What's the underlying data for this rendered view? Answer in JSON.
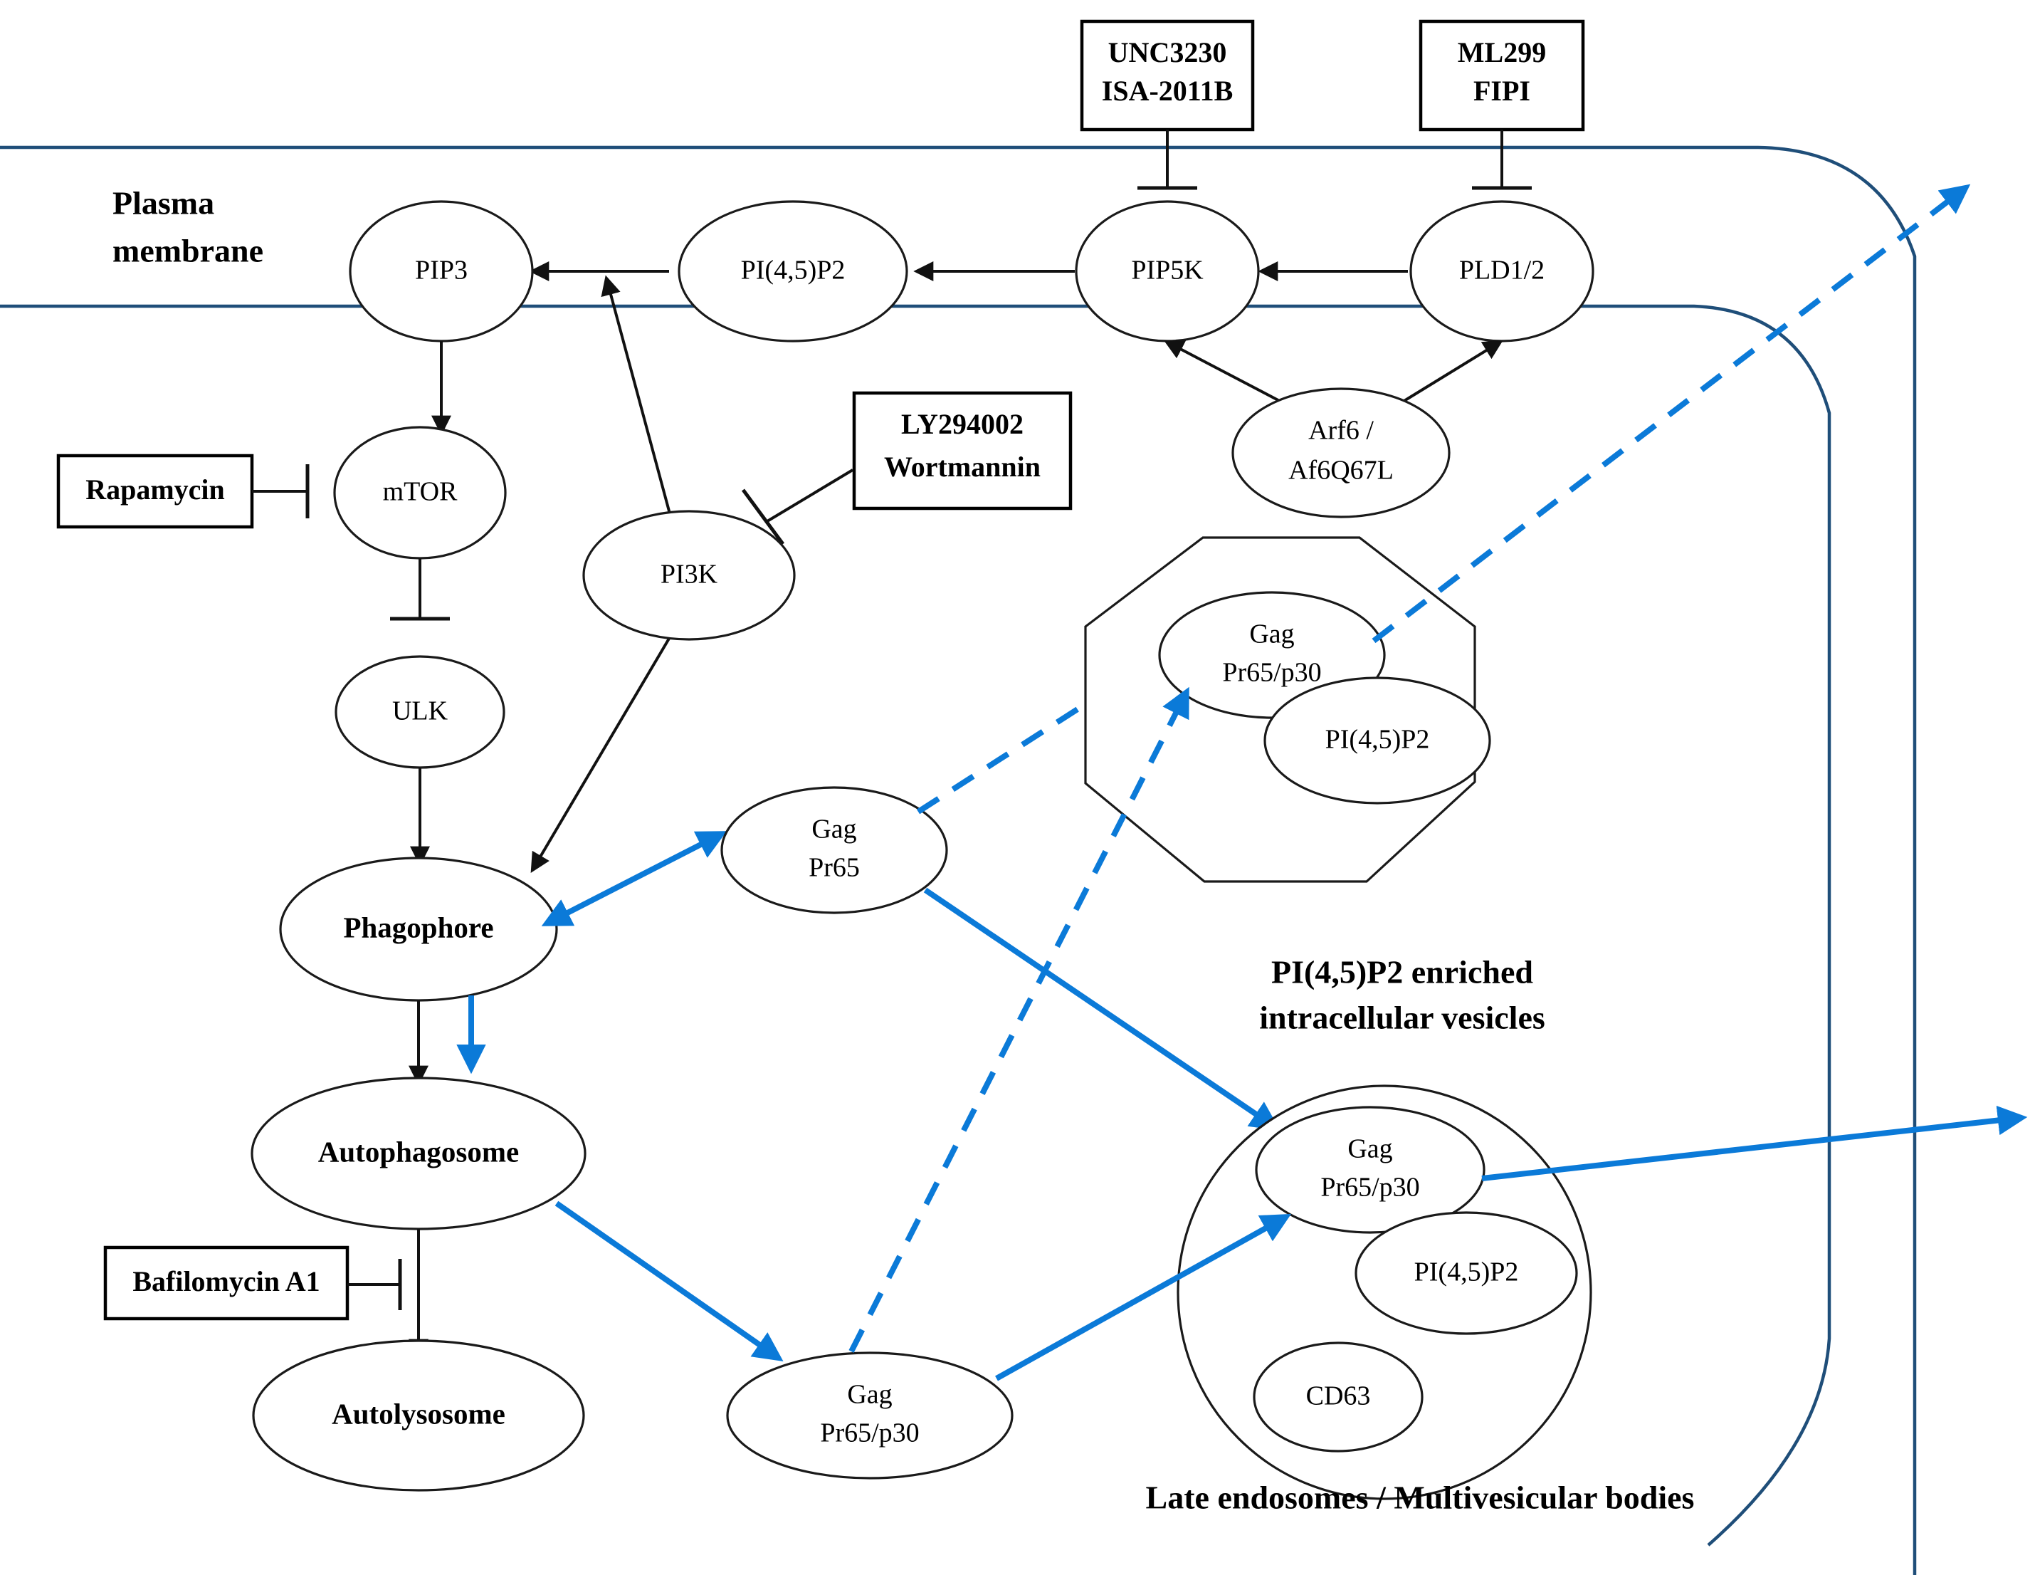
{
  "diagram": {
    "title_labels": {
      "plasma_membrane_line1": "Plasma",
      "plasma_membrane_line2": "membrane",
      "vesicle_caption_line1": "PI(4,5)P2 enriched",
      "vesicle_caption_line2": "intracellular  vesicles",
      "endosome_caption": "Late endosomes / Multivesicular bodies"
    },
    "colors": {
      "membrane": "#1f4e79",
      "blue_arrow": "#0b7ad8",
      "node_stroke": "#1a1a1a",
      "text": "#000000",
      "background": "#ffffff"
    },
    "inhibitor_boxes": [
      {
        "id": "unc3230-box",
        "line1": "UNC3230",
        "line2": "ISA-2011B",
        "target": "PIP5K"
      },
      {
        "id": "ml299-box",
        "line1": "ML299",
        "line2": "FIPI",
        "target": "PLD1/2"
      },
      {
        "id": "ly294002-box",
        "line1": "LY294002",
        "line2": "Wortmannin",
        "target": "PI3K"
      },
      {
        "id": "rapamycin-box",
        "line1": "Rapamycin",
        "line2": "",
        "target": "mTOR"
      },
      {
        "id": "bafilomycin-box",
        "line1": "Bafilomycin A1",
        "line2": "",
        "target": "Autolysosome"
      }
    ],
    "nodes": [
      {
        "id": "pip3",
        "label": "PIP3",
        "bold": false
      },
      {
        "id": "pi45p2-membrane",
        "label": "PI(4,5)P2",
        "bold": false
      },
      {
        "id": "pip5k",
        "label": "PIP5K",
        "bold": false
      },
      {
        "id": "pld12",
        "label": "PLD1/2",
        "bold": false
      },
      {
        "id": "arf6",
        "label_line1": "Arf6 /",
        "label_line2": "Af6Q67L",
        "bold": false
      },
      {
        "id": "mtor",
        "label": "mTOR",
        "bold": false
      },
      {
        "id": "pi3k",
        "label": "PI3K",
        "bold": false
      },
      {
        "id": "ulk",
        "label": "ULK",
        "bold": false
      },
      {
        "id": "phagophore",
        "label": "Phagophore",
        "bold": true
      },
      {
        "id": "autophagosome",
        "label": "Autophagosome",
        "bold": true
      },
      {
        "id": "autolysosome",
        "label": "Autolysosome",
        "bold": true
      },
      {
        "id": "gag-pr65",
        "label_line1": "Gag",
        "label_line2": "Pr65",
        "bold": false
      },
      {
        "id": "gag-pr65-p30-vesicle",
        "label_line1": "Gag",
        "label_line2": "Pr65/p30",
        "bold": false
      },
      {
        "id": "pi45p2-vesicle",
        "label": "PI(4,5)P2",
        "bold": false
      },
      {
        "id": "gag-pr65-p30-cytosol",
        "label_line1": "Gag",
        "label_line2": "Pr65/p30",
        "bold": false
      },
      {
        "id": "gag-pr65-p30-endosome",
        "label_line1": "Gag",
        "label_line2": "Pr65/p30",
        "bold": false
      },
      {
        "id": "pi45p2-endosome",
        "label": "PI(4,5)P2",
        "bold": false
      },
      {
        "id": "cd63",
        "label": "CD63",
        "bold": false
      }
    ],
    "edges": [
      {
        "from": "PI(4,5)P2",
        "to": "PIP3",
        "style": "solid-black-arrow"
      },
      {
        "from": "PIP5K",
        "to": "PI(4,5)P2",
        "style": "solid-black-arrow"
      },
      {
        "from": "PLD1/2",
        "to": "PIP5K",
        "style": "solid-black-arrow"
      },
      {
        "from": "Arf6 / Af6Q67L",
        "to": "PIP5K",
        "style": "solid-black-arrow"
      },
      {
        "from": "Arf6 / Af6Q67L",
        "to": "PLD1/2",
        "style": "solid-black-arrow"
      },
      {
        "from": "PIP3",
        "to": "mTOR",
        "style": "solid-black-arrow"
      },
      {
        "from": "mTOR",
        "to": "ULK",
        "style": "inhibition"
      },
      {
        "from": "ULK",
        "to": "Phagophore",
        "style": "solid-black-arrow"
      },
      {
        "from": "PI3K",
        "to": "PIP3",
        "style": "solid-black-arrow"
      },
      {
        "from": "PI3K",
        "to": "Phagophore",
        "style": "solid-black-arrow"
      },
      {
        "from": "Phagophore",
        "to": "Autophagosome",
        "style": "solid-black-arrow"
      },
      {
        "from": "Autophagosome",
        "to": "Autolysosome",
        "style": "solid-black-arrow"
      },
      {
        "from": "Gag Pr65",
        "to": "Phagophore",
        "style": "solid-blue-double-arrow"
      },
      {
        "from": "Phagophore",
        "to": "Autophagosome",
        "style": "solid-blue-arrow"
      },
      {
        "from": "Autophagosome",
        "to": "Gag Pr65/p30 (cytosol)",
        "style": "solid-blue-arrow"
      },
      {
        "from": "Gag Pr65",
        "to": "Gag Pr65/p30 (endosome)",
        "style": "solid-blue-arrow"
      },
      {
        "from": "Gag Pr65/p30 (cytosol)",
        "to": "Gag Pr65/p30 (endosome)",
        "style": "solid-blue-arrow"
      },
      {
        "from": "Gag Pr65",
        "to": "Gag Pr65/p30 (vesicle)",
        "style": "dashed-blue-arrow"
      },
      {
        "from": "Gag Pr65/p30 (cytosol)",
        "to": "Gag Pr65/p30 (vesicle)",
        "style": "dashed-blue-arrow"
      },
      {
        "from": "Gag Pr65/p30 (vesicle)",
        "to": "extracellular",
        "style": "dashed-blue-arrow"
      },
      {
        "from": "Gag Pr65/p30 (endosome)",
        "to": "extracellular",
        "style": "solid-blue-arrow"
      }
    ]
  }
}
